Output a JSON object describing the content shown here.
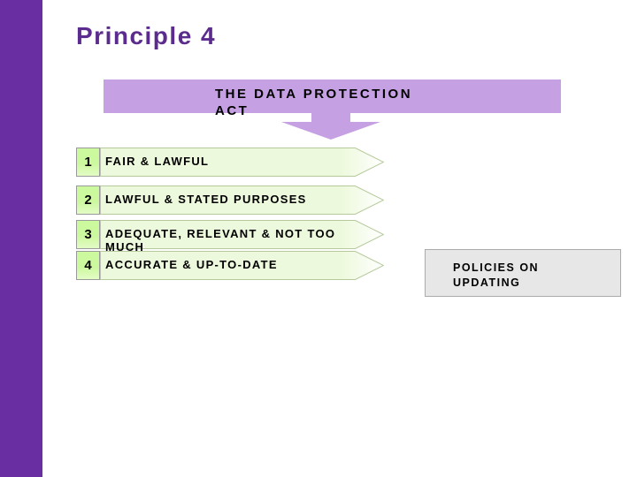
{
  "slide": {
    "title": "Principle 4",
    "banner": {
      "line1": "THE DATA PROTECTION",
      "line2": "ACT"
    },
    "items": [
      {
        "number": "1",
        "line1": "FAIR & LAWFUL",
        "line2": ""
      },
      {
        "number": "2",
        "line1": "LAWFUL & STATED PURPOSES",
        "line2": ""
      },
      {
        "number": "3",
        "line1": "ADEQUATE, RELEVANT & NOT TOO",
        "line2": "MUCH"
      },
      {
        "number": "4",
        "line1": "ACCURATE & UP-TO-DATE",
        "line2": ""
      }
    ],
    "note_box": {
      "line1": "POLICIES ON",
      "line2": "UPDATING"
    }
  },
  "colors": {
    "sidebar": "#6A2EA3",
    "title": "#5B2C8D",
    "lavender": "#C5A0E2",
    "number_box": "#CCF89E",
    "item_fill": "#EDF9DC",
    "item_border": "#B5C99B",
    "note_box_bg": "#E7E7E7"
  }
}
